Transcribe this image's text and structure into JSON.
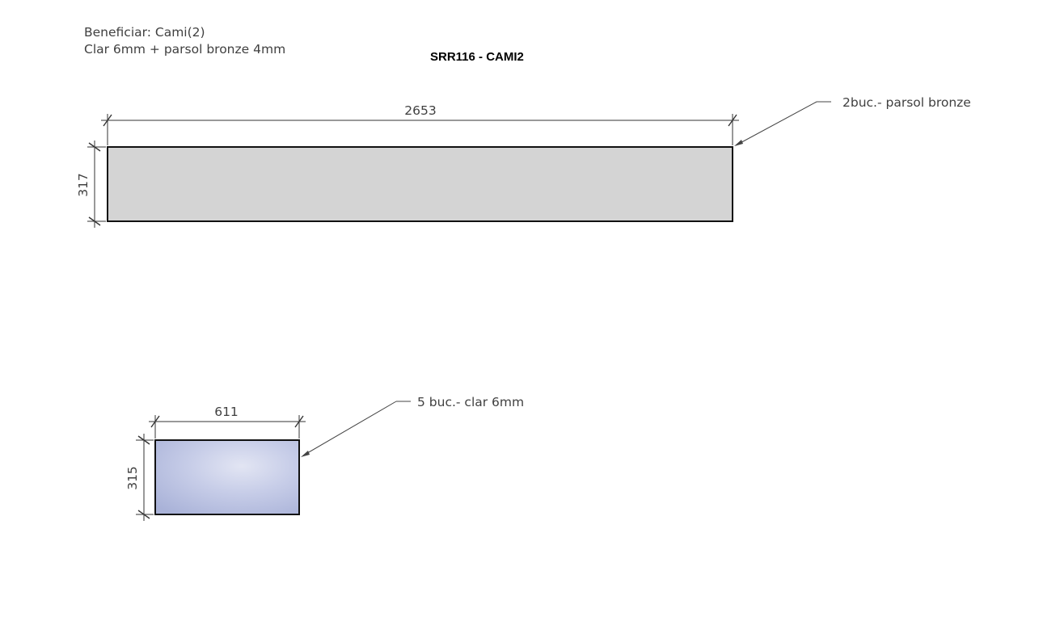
{
  "header": {
    "line1": "Beneficiar: Cami(2)",
    "line2": "Clar 6mm + parsol bronze 4mm"
  },
  "title": "SRR116 - CAMI2",
  "panels": [
    {
      "width_label": "2653",
      "height_label": "317",
      "callout": "2buc.- parsol bronze",
      "fill": "#d4d4d4"
    },
    {
      "width_label": "611",
      "height_label": "315",
      "callout": "5 buc.- clar 6mm",
      "fill": "#bcc4e2"
    }
  ]
}
